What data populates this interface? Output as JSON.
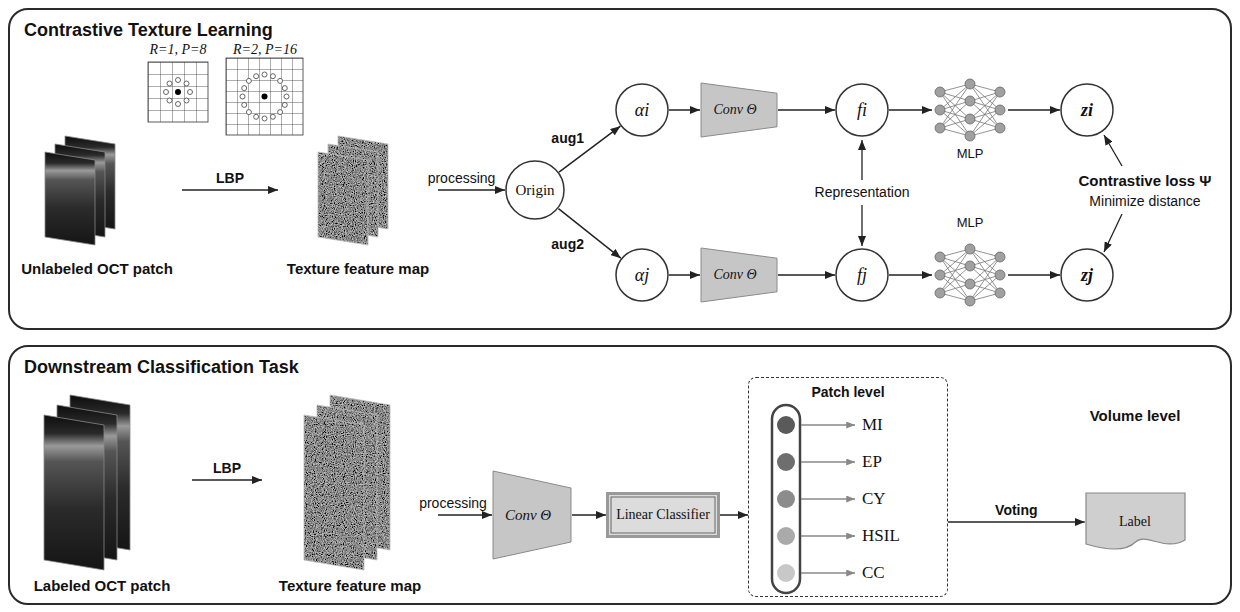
{
  "diagram": {
    "nodes": [
      {
        "text": [
          "Contrastive Texture Learning"
        ]
      },
      {
        "text": [
          "Unlabeled OCT patch"
        ],
        "in": 0
      },
      {
        "text": [
          "Texture feature map"
        ],
        "in": 0
      },
      {
        "text": [
          "Origin"
        ],
        "in": 0
      },
      {
        "text": [
          "αi"
        ],
        "in": 0
      },
      {
        "text": [
          "αj"
        ],
        "in": 0
      },
      {
        "text": [
          "Conv Θ"
        ],
        "in": 0
      },
      {
        "text": [
          "Conv Θ"
        ],
        "in": 0
      },
      {
        "text": [
          "fi"
        ],
        "in": 0
      },
      {
        "text": [
          "fj"
        ],
        "in": 0
      },
      {
        "text": [
          "MLP"
        ],
        "in": 0
      },
      {
        "text": [
          "MLP"
        ],
        "in": 0
      },
      {
        "text": [
          "zi"
        ],
        "in": 0
      },
      {
        "text": [
          "zj"
        ],
        "in": 0
      },
      {
        "text": [
          "Downstream Classification Task"
        ]
      },
      {
        "text": [
          "Labeled OCT patch"
        ],
        "in": 14
      },
      {
        "text": [
          "Texture feature map"
        ],
        "in": 14
      },
      {
        "text": [
          "Conv Θ"
        ],
        "in": 14
      },
      {
        "text": [
          "Linear Classifier"
        ],
        "in": 14
      },
      {
        "text": [
          "Patch level"
        ],
        "in": 14
      },
      {
        "text": [
          "Volume level",
          "Label"
        ],
        "in": 14
      }
    ],
    "edges": [
      {
        "from": 1,
        "to": 2,
        "arrow": "to",
        "label": "LBP"
      },
      {
        "from": 2,
        "to": 3,
        "arrow": "to",
        "label": "processing"
      },
      {
        "from": 3,
        "to": 4,
        "arrow": "to",
        "label": "aug1"
      },
      {
        "from": 3,
        "to": 5,
        "arrow": "to",
        "label": "aug2"
      },
      {
        "from": 4,
        "to": 6,
        "arrow": "to"
      },
      {
        "from": 5,
        "to": 7,
        "arrow": "to"
      },
      {
        "from": 6,
        "to": 8,
        "arrow": "to"
      },
      {
        "from": 7,
        "to": 9,
        "arrow": "to"
      },
      {
        "from": 8,
        "to": 10,
        "arrow": "to"
      },
      {
        "from": 9,
        "to": 11,
        "arrow": "to"
      },
      {
        "from": 10,
        "to": 12,
        "arrow": "to"
      },
      {
        "from": 11,
        "to": 13,
        "arrow": "to"
      },
      {
        "from": 15,
        "to": 16,
        "arrow": "to",
        "label": "LBP"
      },
      {
        "from": 16,
        "to": 17,
        "arrow": "to",
        "label": "processing"
      },
      {
        "from": 17,
        "to": 18,
        "arrow": "to"
      },
      {
        "from": 18,
        "to": 19,
        "arrow": "to"
      },
      {
        "from": 19,
        "to": 20,
        "arrow": "to",
        "label": "Voting"
      }
    ],
    "labels": [
      "R=1, P=8",
      "R=2, P=16",
      "Representation",
      "Contrastive loss Ψ",
      "Minimize distance",
      "MI",
      "EP",
      "CY",
      "HSIL",
      "CC"
    ]
  }
}
